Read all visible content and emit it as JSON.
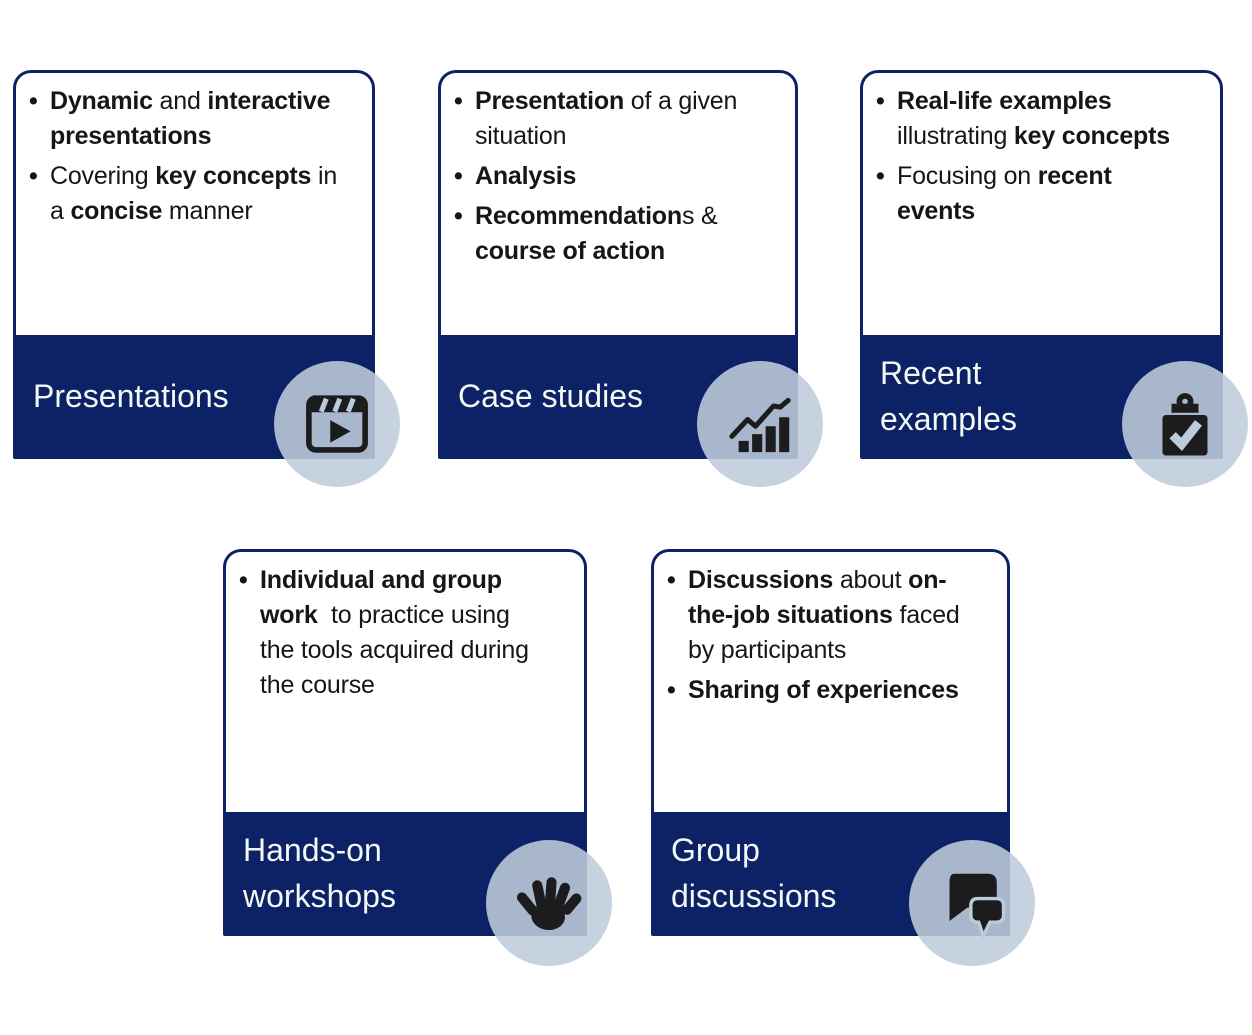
{
  "colors": {
    "navy": "#0d2167",
    "text": "#161616",
    "title": "#f2f8f2",
    "badge": "rgba(190,204,219,0.88)",
    "badge_ink": "#bccbd9",
    "glyph": "#1c1c1e"
  },
  "cards": [
    {
      "name": "presentations",
      "title": "Presentations",
      "icon": "film-clapper-icon",
      "bullets": [
        [
          {
            "text": "Dynamic",
            "bold": true
          },
          {
            "text": " and ",
            "bold": false
          },
          {
            "text": "interactive\npresentations",
            "bold": true
          }
        ],
        [
          {
            "text": "Covering ",
            "bold": false
          },
          {
            "text": "key concepts",
            "bold": true
          },
          {
            "text": " in\na ",
            "bold": false
          },
          {
            "text": "concise",
            "bold": true
          },
          {
            "text": " manner",
            "bold": false
          }
        ]
      ]
    },
    {
      "name": "case-studies",
      "title": "Case studies",
      "icon": "growth-chart-icon",
      "bullets": [
        [
          {
            "text": "Presentation",
            "bold": true
          },
          {
            "text": " of a given\nsituation",
            "bold": false
          }
        ],
        [
          {
            "text": "Analysis",
            "bold": true
          }
        ],
        [
          {
            "text": "Recommendation",
            "bold": true
          },
          {
            "text": "s &\n",
            "bold": false
          },
          {
            "text": "course of action",
            "bold": true
          }
        ]
      ]
    },
    {
      "name": "recent-examples",
      "title": "Recent\nexamples",
      "icon": "clipboard-check-icon",
      "bullets": [
        [
          {
            "text": "Real-life examples",
            "bold": true
          },
          {
            "text": "\nillustrating ",
            "bold": false
          },
          {
            "text": "key concepts",
            "bold": true
          }
        ],
        [
          {
            "text": "Focusing on ",
            "bold": false
          },
          {
            "text": "recent\nevents",
            "bold": true
          }
        ]
      ]
    },
    {
      "name": "hands-on-workshops",
      "title": "Hands-on\nworkshops",
      "icon": "hand-icon",
      "bullets": [
        [
          {
            "text": "Individual and group\nwork",
            "bold": true
          },
          {
            "text": "  to practice using\nthe tools acquired during\nthe course",
            "bold": false
          }
        ]
      ]
    },
    {
      "name": "group-discussions",
      "title": "Group\ndiscussions",
      "icon": "speech-bubbles-icon",
      "bullets": [
        [
          {
            "text": "Discussions",
            "bold": true
          },
          {
            "text": " about ",
            "bold": false
          },
          {
            "text": "on-\nthe-job situations",
            "bold": true
          },
          {
            "text": " faced\nby participants",
            "bold": false
          }
        ],
        [
          {
            "text": "Sharing of experiences",
            "bold": true
          }
        ]
      ]
    }
  ]
}
